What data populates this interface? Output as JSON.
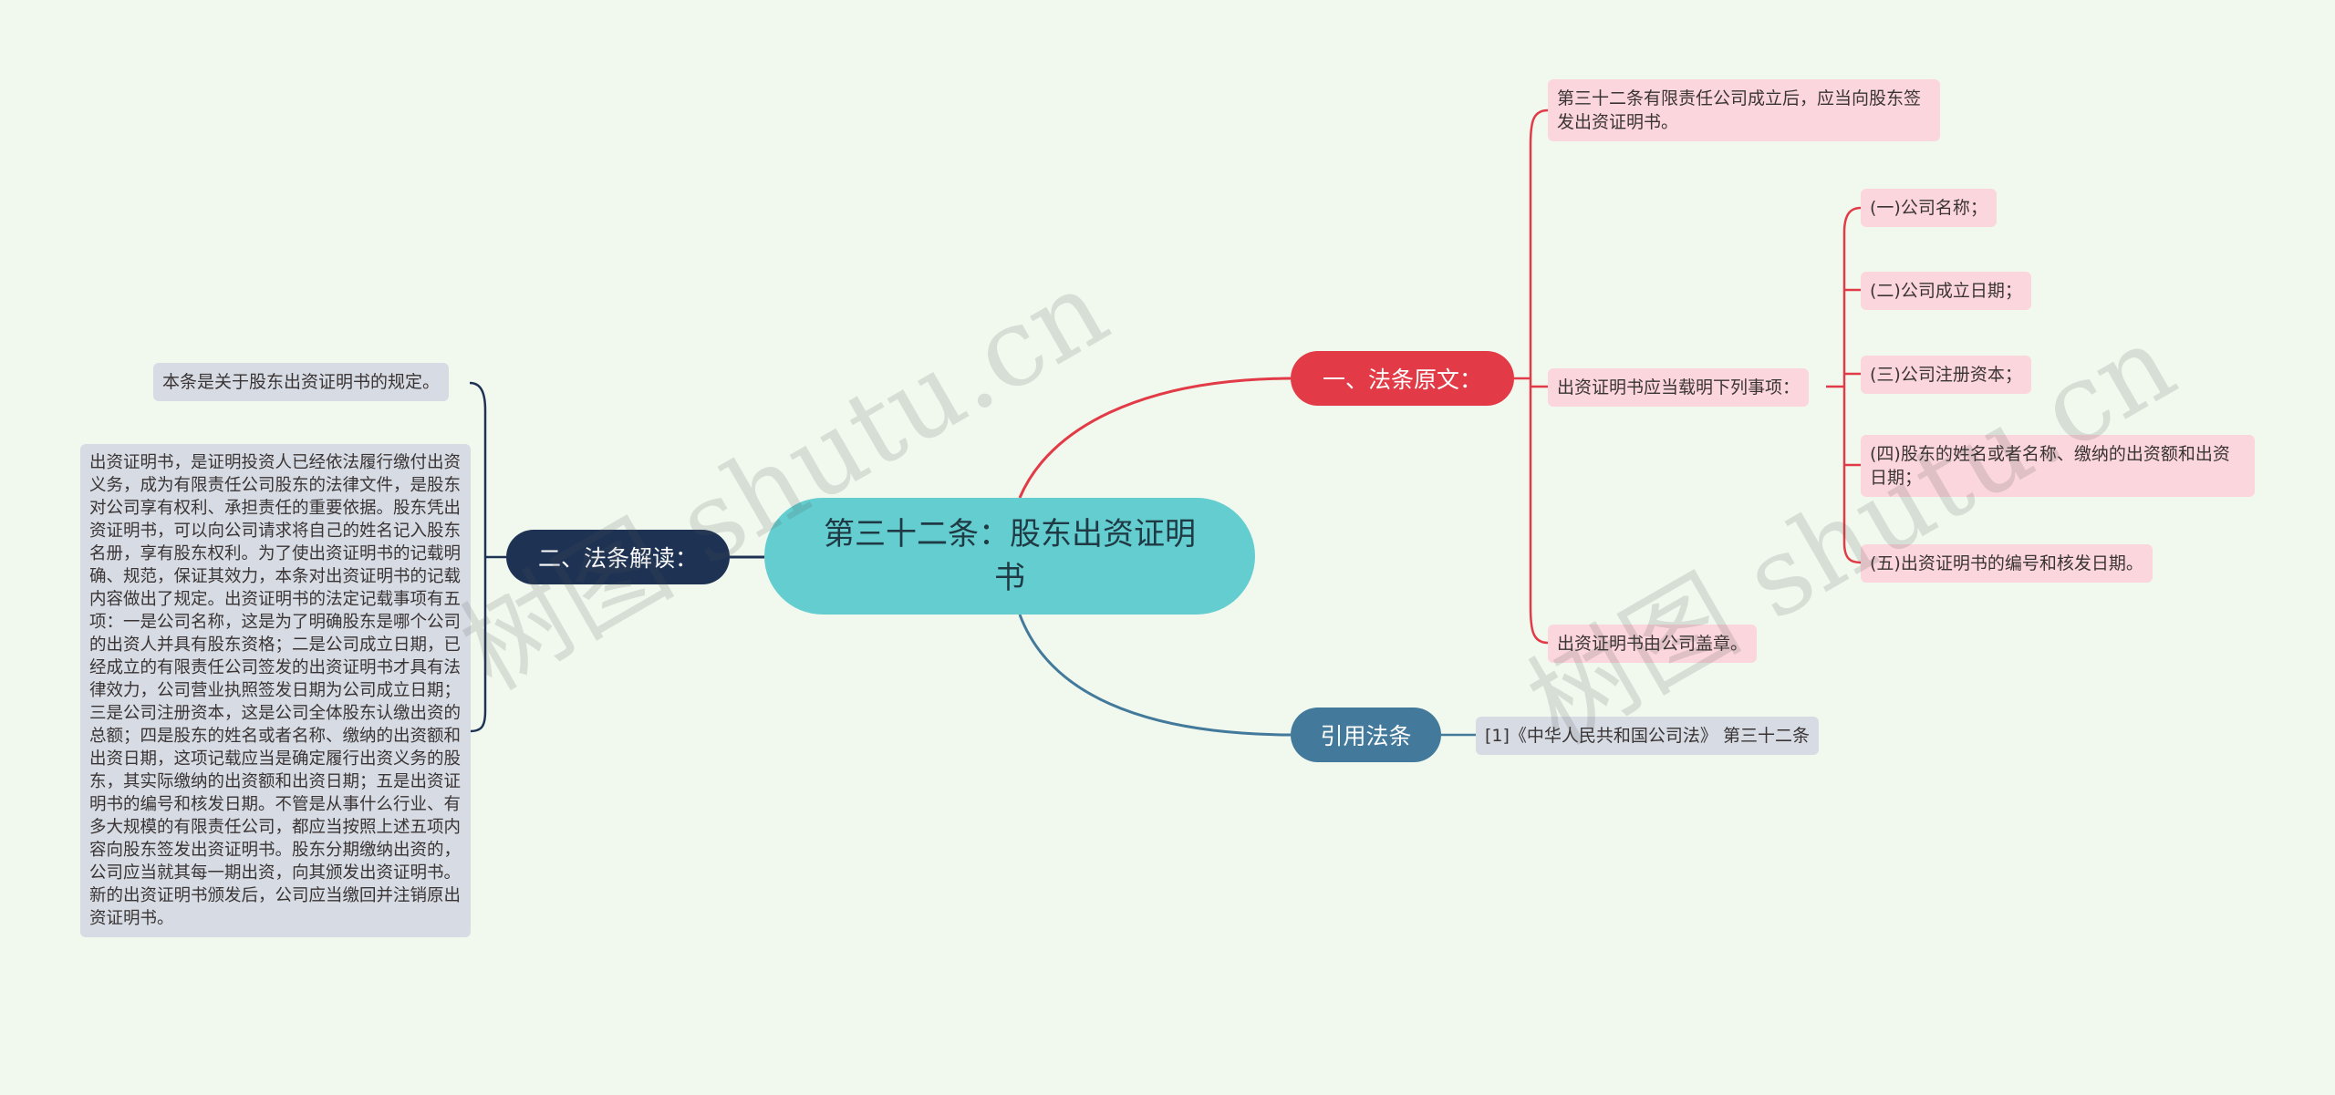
{
  "root": {
    "title": "第三十二条：股东出资证明书"
  },
  "branches": {
    "original": {
      "label": "一、法条原文：",
      "items": {
        "first": "第三十二条有限责任公司成立后，应当向股东签发出资证明书。",
        "list_head": "出资证明书应当载明下列事项：",
        "list": [
          "(一)公司名称；",
          "(二)公司成立日期；",
          "(三)公司注册资本；",
          "(四)股东的姓名或者名称、缴纳的出资额和出资日期；",
          "(五)出资证明书的编号和核发日期。"
        ],
        "last": "出资证明书由公司盖章。"
      }
    },
    "cited": {
      "label": "引用法条",
      "items": [
        "[1]《中华人民共和国公司法》 第三十二条"
      ]
    },
    "interpretation": {
      "label": "二、法条解读：",
      "items": [
        "本条是关于股东出资证明书的规定。",
        "出资证明书，是证明投资人已经依法履行缴付出资义务，成为有限责任公司股东的法律文件，是股东对公司享有权利、承担责任的重要依据。股东凭出资证明书，可以向公司请求将自己的姓名记入股东名册，享有股东权利。为了使出资证明书的记载明确、规范，保证其效力，本条对出资证明书的记载内容做出了规定。出资证明书的法定记载事项有五项：一是公司名称，这是为了明确股东是哪个公司的出资人并具有股东资格；二是公司成立日期，已经成立的有限责任公司签发的出资证明书才具有法律效力，公司营业执照签发日期为公司成立日期；三是公司注册资本，这是公司全体股东认缴出资的总额；四是股东的姓名或者名称、缴纳的出资额和出资日期，这项记载应当是确定履行出资义务的股东，其实际缴纳的出资额和出资日期；五是出资证明书的编号和核发日期。不管是从事什么行业、有多大规模的有限责任公司，都应当按照上述五项内容向股东签发出资证明书。股东分期缴纳出资的，公司应当就其每一期出资，向其颁发出资证明书。新的出资证明书颁发后，公司应当缴回并注销原出资证明书。"
      ]
    }
  },
  "watermarks": [
    "树图 shutu.cn",
    "树图 shutu.cn"
  ],
  "colors": {
    "background": "#f1f9ef",
    "root": "#63cdd0",
    "original_branch": "#e23b47",
    "cited_branch": "#43799a",
    "interpretation_branch": "#1e3354",
    "pink_leaf": "#fbd6dc",
    "grey_leaf": "#d7dce4"
  }
}
